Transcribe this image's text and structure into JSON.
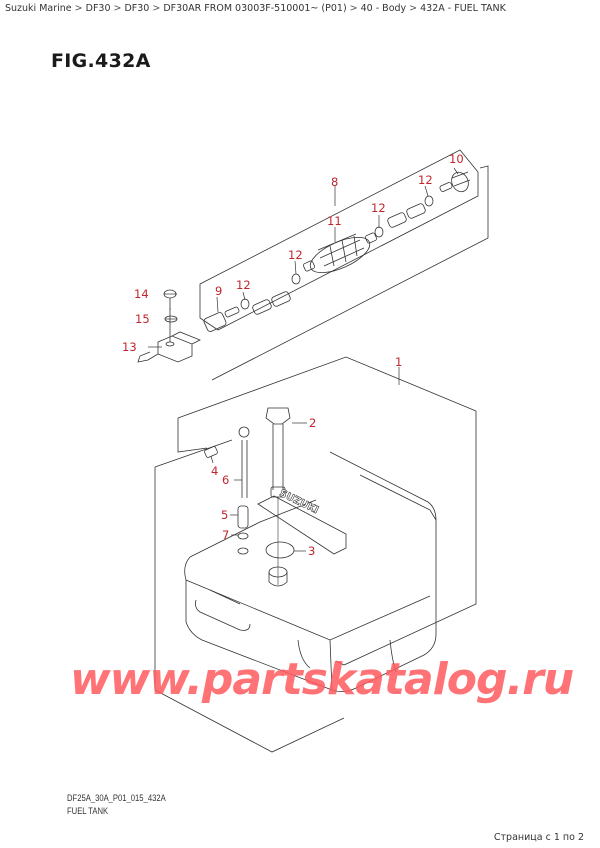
{
  "breadcrumb": {
    "items": [
      {
        "label": "Suzuki Marine"
      },
      {
        "label": "DF30"
      },
      {
        "label": "DF30"
      },
      {
        "label": "DF30AR FROM 03003F-510001~ (P01)"
      },
      {
        "label": "40 - Body"
      },
      {
        "label": "432A - FUEL TANK"
      }
    ],
    "separator": ">"
  },
  "figure": {
    "title": "FIG.432A",
    "code": "DF25A_30A_P01_015_432A",
    "caption": "FUEL TANK"
  },
  "callouts": {
    "c1": "1",
    "c2": "2",
    "c3": "3",
    "c4": "4",
    "c5": "5",
    "c6": "6",
    "c7": "7",
    "c8": "8",
    "c9": "9",
    "c10": "10",
    "c11": "11",
    "c12a": "12",
    "c12b": "12",
    "c12c": "12",
    "c12d": "12",
    "c13": "13",
    "c14": "14",
    "c15": "15"
  },
  "watermark": {
    "text": "www.partskatalog.ru",
    "color": "#ff5a5f"
  },
  "tank_label": "SUZUKI",
  "pagination": {
    "label": "Страница с 1 по 2"
  },
  "colors": {
    "callout": "#c0262d",
    "line": "#333333"
  }
}
